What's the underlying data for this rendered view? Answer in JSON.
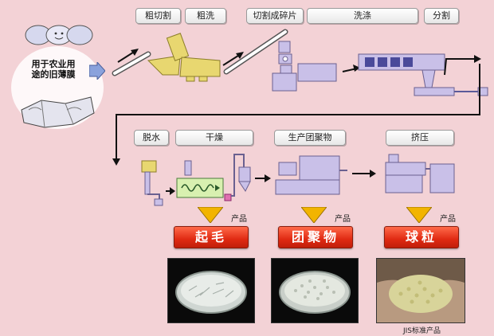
{
  "source": {
    "label_line1": "用于农业用",
    "label_line2": "途的旧薄膜"
  },
  "steps_top": [
    {
      "id": "rough-cut",
      "label": "粗切割"
    },
    {
      "id": "rough-wash",
      "label": "粗洗"
    },
    {
      "id": "shred",
      "label": "切割成碎片"
    },
    {
      "id": "wash",
      "label": "洗涤"
    },
    {
      "id": "separate",
      "label": "分割"
    }
  ],
  "steps_bottom": [
    {
      "id": "dewater",
      "label": "脱水"
    },
    {
      "id": "dry",
      "label": "干燥"
    },
    {
      "id": "agglomerate",
      "label": "生产团聚物"
    },
    {
      "id": "extrude",
      "label": "挤压"
    }
  ],
  "products": [
    {
      "id": "fluff",
      "tag": "产品",
      "name": "起毛"
    },
    {
      "id": "agglomerate",
      "tag": "产品",
      "name": "团聚物"
    },
    {
      "id": "pellet",
      "tag": "产品",
      "name": "球粒"
    }
  ],
  "jis_caption": "JIS标准产品",
  "colors": {
    "background": "#f3d2d6",
    "machine_yellow": "#e8d770",
    "machine_lavender": "#c9c0e8",
    "product_red": "#e02a12",
    "down_arrow": "#f2b400"
  }
}
